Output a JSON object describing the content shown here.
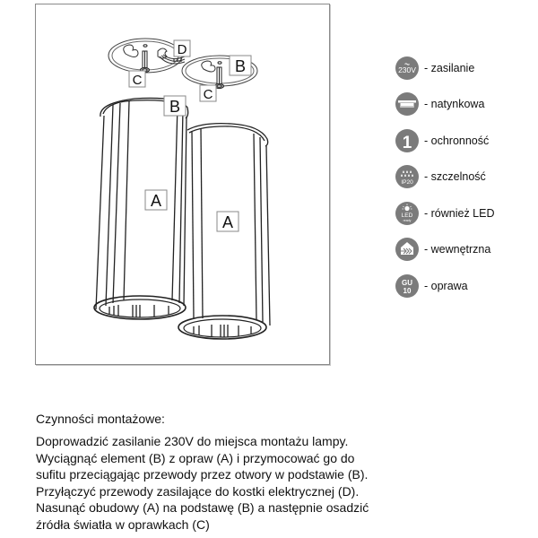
{
  "diagram": {
    "callouts": {
      "plate_left_D": "D",
      "plate_left_C": "C",
      "plate_right_B": "B",
      "plate_right_C": "C",
      "shade_top_B": "B",
      "shade_left_A": "A",
      "shade_right_A": "A"
    }
  },
  "legend": {
    "items": [
      {
        "icon": "230v-power-icon",
        "icon_text": "230V",
        "label": "- zasilanie"
      },
      {
        "icon": "surface-mounted-icon",
        "icon_text": "",
        "label": "- natynkowa"
      },
      {
        "icon": "protection-class-1-icon",
        "icon_text": "1",
        "label": "- ochronność"
      },
      {
        "icon": "ip20-icon",
        "icon_text": "IP20",
        "label": "- szczelność"
      },
      {
        "icon": "led-ready-icon",
        "icon_text": "LED",
        "icon_subtext": "ready",
        "label": "- również LED"
      },
      {
        "icon": "indoor-icon",
        "icon_text": "",
        "label": "- wewnętrzna"
      },
      {
        "icon": "gu10-socket-icon",
        "icon_text": "GU",
        "icon_subtext": "10",
        "label": "- oprawa"
      }
    ]
  },
  "instructions": {
    "title": "Czynności montażowe:",
    "lines": [
      "Doprowadzić zasilanie 230V do miejsca montażu lampy.",
      "Wyciągnąć element (B) z opraw (A) i przymocować go do",
      "sufitu przeciągając przewody  przez otwory w podstawie (B).",
      "Przyłączyć przewody zasilające do kostki elektrycznej (D).",
      "Nasunąć obudowy (A) na podstawę (B) a następnie osadzić",
      "źródła światła w oprawkach (C)"
    ]
  },
  "colors": {
    "icon_fill": "#7b7b7b",
    "frame_border": "#8a8a8a",
    "text": "#111111"
  }
}
